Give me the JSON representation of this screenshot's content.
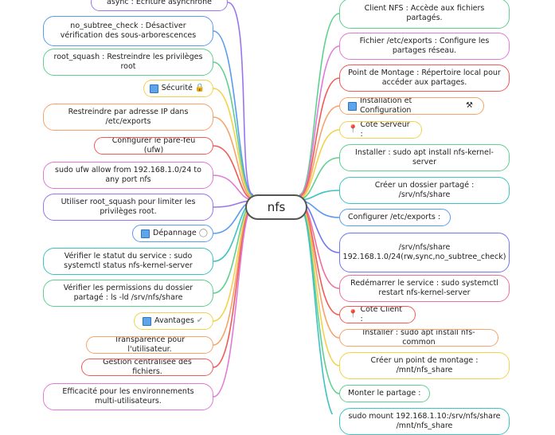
{
  "root": {
    "label": "nfs"
  },
  "colors": {
    "red": "#ef5b57",
    "orange": "#f5a36a",
    "yellow": "#f2d24b",
    "green": "#5fd08f",
    "teal": "#3ec2c2",
    "blue": "#5a9bf0",
    "indigo": "#6f76f2",
    "purple": "#9a74f0",
    "pink": "#e07ad6",
    "rose": "#ef6f9a",
    "grey": "#9a9a9a",
    "square_blue": "#5da4e8"
  },
  "left_nodes": [
    {
      "text": "async : Écriture asynchrone",
      "color": "purple",
      "icon": ""
    },
    {
      "text": "no_subtree_check : Désactiver vérification des sous-arborescences",
      "color": "blue",
      "icon": ""
    },
    {
      "text": "root_squash : Restreindre les privilèges root",
      "color": "green",
      "icon": ""
    },
    {
      "text": "Sécurité",
      "color": "yellow",
      "icon": "lock-icon",
      "square": true
    },
    {
      "text": "Restreindre par adresse IP dans /etc/exports",
      "color": "orange",
      "icon": ""
    },
    {
      "text": "Configurer le pare-feu (ufw)",
      "color": "red",
      "icon": ""
    },
    {
      "text": "sudo ufw allow from 192.168.1.0/24 to any port nfs",
      "color": "pink",
      "icon": ""
    },
    {
      "text": "Utiliser root_squash pour limiter les privilèges root.",
      "color": "purple",
      "icon": ""
    },
    {
      "text": "Dépannage",
      "color": "blue",
      "icon": "circle-icon",
      "square": true
    },
    {
      "text": "Vérifier le statut du service : sudo systemctl status nfs-kernel-server",
      "color": "teal",
      "icon": ""
    },
    {
      "text": "Vérifier les permissions du dossier partagé : ls -ld /srv/nfs/share",
      "color": "green",
      "icon": ""
    },
    {
      "text": "Avantages",
      "color": "yellow",
      "icon": "check-icon",
      "square": true
    },
    {
      "text": "Transparence pour l'utilisateur.",
      "color": "orange",
      "icon": ""
    },
    {
      "text": "Gestion centralisée des fichiers.",
      "color": "red",
      "icon": ""
    },
    {
      "text": "Efficacité pour les environnements multi-utilisateurs.",
      "color": "pink",
      "icon": ""
    }
  ],
  "right_nodes": [
    {
      "text": "Client NFS : Accède aux fichiers partagés.",
      "color": "green",
      "icon": ""
    },
    {
      "text": "Fichier /etc/exports : Configure les partages réseau.",
      "color": "pink",
      "icon": ""
    },
    {
      "text": "Point de Montage : Répertoire local pour accéder aux partages.",
      "color": "red",
      "icon": ""
    },
    {
      "text": "Installation et Configuration",
      "color": "orange",
      "icon": "tools-icon",
      "square": true
    },
    {
      "text": "Côté Serveur :",
      "color": "yellow",
      "icon": "",
      "pin": true
    },
    {
      "text": "Installer : sudo apt install nfs-kernel-server",
      "color": "green",
      "icon": ""
    },
    {
      "text": "Créer un dossier partagé : /srv/nfs/share",
      "color": "teal",
      "icon": ""
    },
    {
      "text": "Configurer /etc/exports :",
      "color": "blue",
      "icon": ""
    },
    {
      "text": "/srv/nfs/share 192.168.1.0/24(rw,sync,no_subtree_check)",
      "color": "indigo",
      "icon": ""
    },
    {
      "text": "Redémarrer le service : sudo systemctl restart nfs-kernel-server",
      "color": "rose",
      "icon": ""
    },
    {
      "text": "Côté Client :",
      "color": "red",
      "icon": "",
      "pin": true
    },
    {
      "text": "Installer : sudo apt install nfs-common",
      "color": "orange",
      "icon": ""
    },
    {
      "text": "Créer un point de montage : /mnt/nfs_share",
      "color": "yellow",
      "icon": ""
    },
    {
      "text": "Monter le partage :",
      "color": "green",
      "icon": ""
    },
    {
      "text": "sudo mount 192.168.1.10:/srv/nfs/share /mnt/nfs_share",
      "color": "teal",
      "icon": ""
    }
  ]
}
